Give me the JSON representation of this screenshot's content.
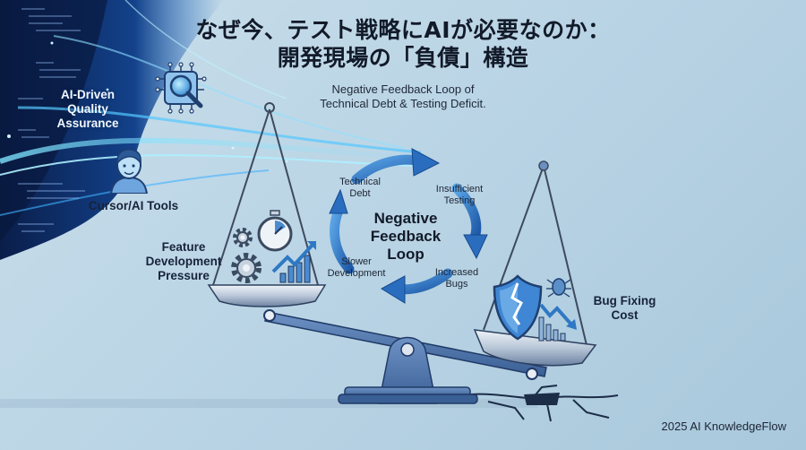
{
  "title": {
    "line1": "なぜ今、テスト戦略にAIが必要なのか：",
    "line2": "開発現場の「負債」構造"
  },
  "subtitle": {
    "line1": "Negative Feedback Loop of",
    "line2": "Technical Debt & Testing Deficit."
  },
  "left_panel": {
    "ai_label": [
      "AI-Driven",
      "Quality",
      "Assurance"
    ],
    "tools_label": "Cursor/AI Tools",
    "icons": [
      "chip-magnifier-icon",
      "developer-avatar-icon",
      "code-stream"
    ]
  },
  "scale": {
    "left_pan": {
      "label": [
        "Feature",
        "Development",
        "Pressure"
      ],
      "icons": [
        "stopwatch-icon",
        "gear-icon",
        "growth-chart-icon"
      ]
    },
    "right_pan": {
      "label": [
        "Bug Fixing",
        "Cost"
      ],
      "icons": [
        "broken-shield-icon",
        "bug-icon",
        "declining-chart-icon"
      ]
    }
  },
  "loop": {
    "center": [
      "Negative",
      "Feedback",
      "Loop"
    ],
    "nodes": [
      {
        "label": [
          "Technical",
          "Debt"
        ]
      },
      {
        "label": [
          "Insufficient",
          "Testing"
        ]
      },
      {
        "label": [
          "Increased",
          "Bugs"
        ]
      },
      {
        "label": [
          "Slower",
          "Development"
        ]
      }
    ]
  },
  "footer": "2025 AI KnowledgeFlow",
  "colors": {
    "background": "#bcd6e6",
    "accent_blue": "#2f78c4",
    "glow": "#5fd4ff",
    "dark_navy": "#0d2a5a",
    "scale_steel": "#4f73a6"
  }
}
